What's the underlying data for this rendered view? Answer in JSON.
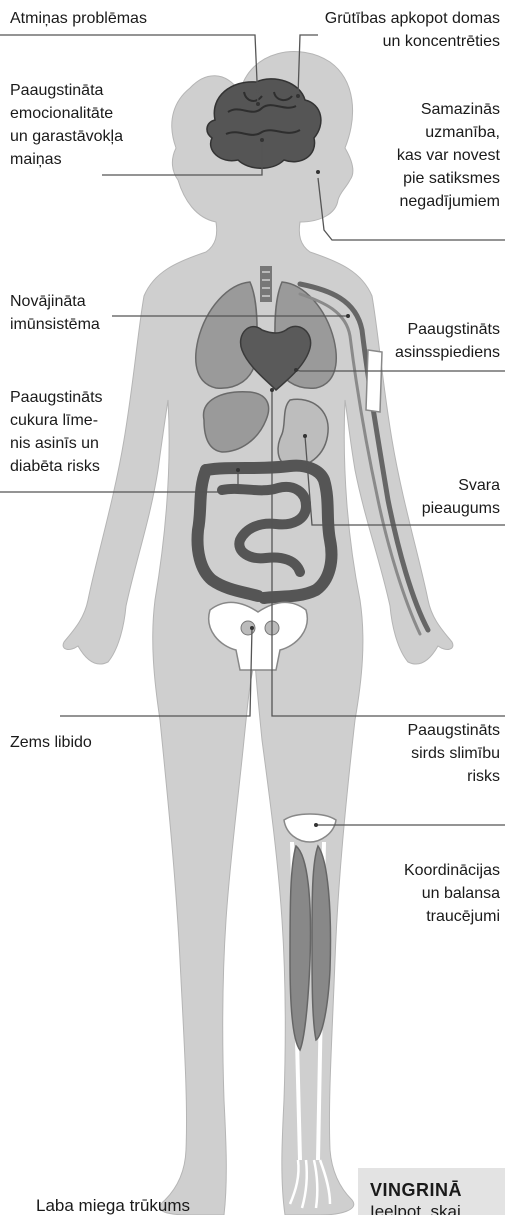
{
  "labels": {
    "memory": [
      "Atmiņas problēmas"
    ],
    "concentration": [
      "Grūtības apkopot domas",
      "un koncentrēties"
    ],
    "emotionality": [
      "Paaugstināta",
      "emocionalitāte",
      "un garastāvokļa",
      "maiņas"
    ],
    "attention": [
      "Samazinās",
      "uzmanība,",
      "kas var novest",
      "pie satiksmes",
      "negadījumiem"
    ],
    "immunity": [
      "Novājināta",
      "imūnsistēma"
    ],
    "blood_pressure": [
      "Paaugstināts",
      "asinsspiediens"
    ],
    "sugar": [
      "Paaugstināts",
      "cukura līme-",
      "nis asinīs un",
      "diabēta risks"
    ],
    "weight": [
      "Svara",
      "pieaugums"
    ],
    "libido": [
      "Zems libido"
    ],
    "heart": [
      "Paaugstināts",
      "sirds slimību",
      "risks"
    ],
    "coordination": [
      "Koordinācijas",
      "un balansa",
      "traucējumi"
    ]
  },
  "banner": {
    "title": "VINGRINĀ",
    "subtitle": "Ieelpot, skai"
  },
  "bottom_text": "Laba miega trūkums",
  "colors": {
    "body": "#cfcfcf",
    "organ": "#9a9a9a",
    "organ_dark": "#666666",
    "intestine": "#555555",
    "bone": "#ffffff",
    "leader": "#555555"
  }
}
